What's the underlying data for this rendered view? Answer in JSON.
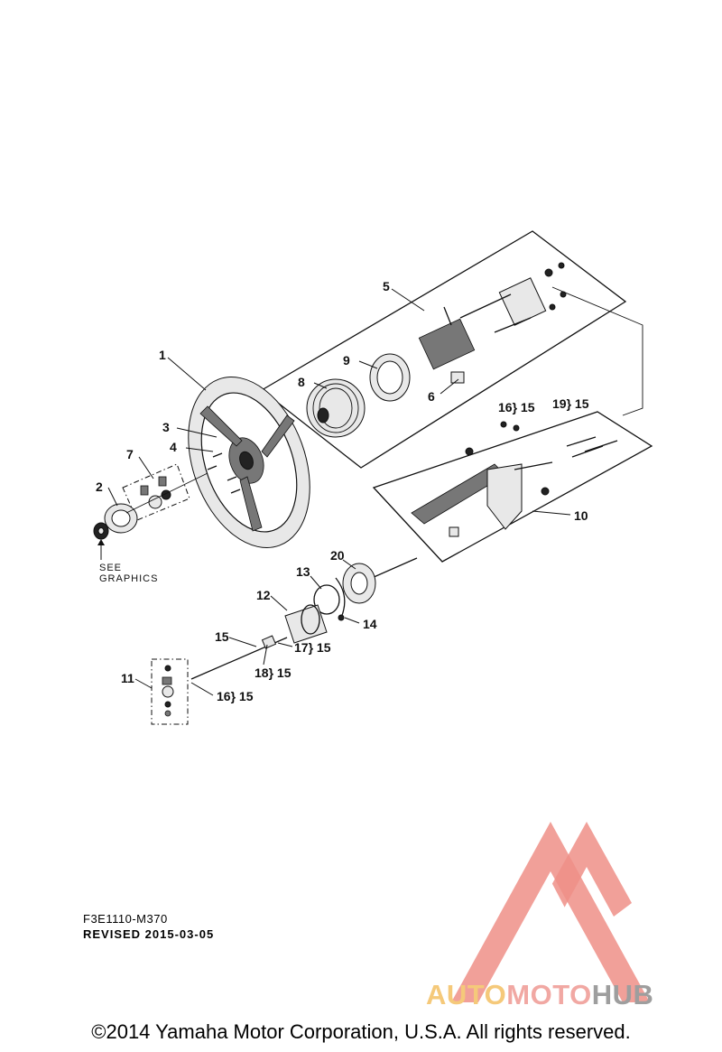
{
  "diagram": {
    "callouts": [
      "1",
      "2",
      "3",
      "4",
      "5",
      "6",
      "7",
      "8",
      "9",
      "10",
      "11",
      "12",
      "13",
      "14",
      "15",
      "15",
      "16",
      "20"
    ],
    "ref_labels": {
      "r16_15_top": "16} 15",
      "r19_15": "19} 15",
      "r17_15": "17} 15",
      "r18_15": "18} 15",
      "r16_15_bottom": "16} 15"
    },
    "see_graphics": [
      "SEE",
      "GRAPHICS"
    ]
  },
  "document": {
    "code": "F3E1110-M370",
    "revised": "REVISED 2015-03-05"
  },
  "copyright": "©2014 Yamaha Motor Corporation, U.S.A. All rights reserved.",
  "watermark": {
    "part1": "AUTO",
    "part2": "MOTO",
    "part3": "HUB",
    "colors": {
      "auto": "#f5c97a",
      "moto": "#f1a8a3",
      "hub": "#9e9e9e",
      "logo": "#ef8f87"
    }
  }
}
